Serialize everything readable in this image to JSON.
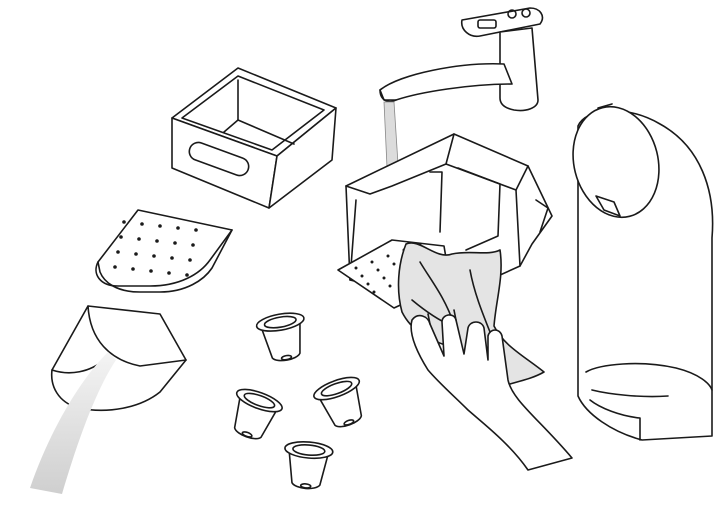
{
  "illustration": {
    "scene": "espresso-machine-cleaning-parts",
    "colors": {
      "line": "#1a1a1a",
      "background": "#ffffff",
      "water": "#d8d8d8",
      "cloth": "#e4e4e4"
    },
    "objects": [
      {
        "name": "drip-box",
        "icon": "open-box-icon"
      },
      {
        "name": "drip-grid",
        "icon": "perforated-plate-icon"
      },
      {
        "name": "used-capsule-container",
        "icon": "scoop-icon"
      },
      {
        "name": "water-tank",
        "icon": "tank-icon"
      },
      {
        "name": "tap",
        "icon": "faucet-icon"
      },
      {
        "name": "drip-tray-body",
        "icon": "tray-icon"
      },
      {
        "name": "cloth",
        "icon": "cloth-icon"
      },
      {
        "name": "hand",
        "icon": "hand-icon"
      },
      {
        "name": "capsules",
        "icon": "capsule-icon"
      }
    ],
    "capsule_count": 4,
    "grid_hole_count": 20
  }
}
